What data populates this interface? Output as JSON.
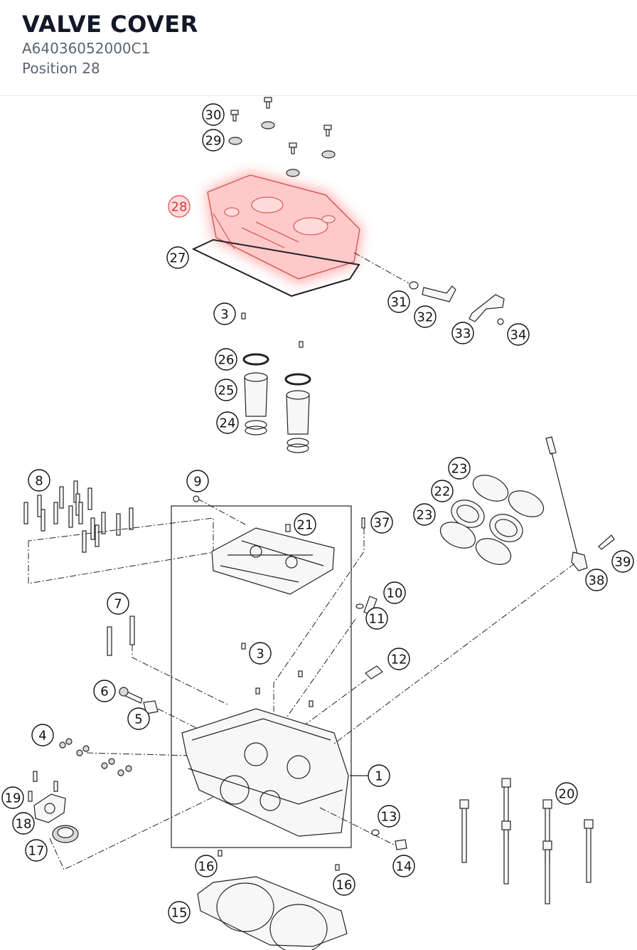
{
  "header": {
    "title": "VALVE COVER",
    "part_number": "A64036052000C1",
    "position": "Position 28"
  },
  "diagram": {
    "highlight_color": "#ff6b6b",
    "selected_callout": "28",
    "callouts": {
      "c1": "1",
      "c3a": "3",
      "c3b": "3",
      "c4": "4",
      "c5": "5",
      "c6": "6",
      "c7": "7",
      "c8": "8",
      "c9": "9",
      "c10": "10",
      "c11": "11",
      "c12": "12",
      "c13": "13",
      "c14": "14",
      "c15": "15",
      "c16a": "16",
      "c16b": "16",
      "c17": "17",
      "c18": "18",
      "c19": "19",
      "c20": "20",
      "c21": "21",
      "c22": "22",
      "c23a": "23",
      "c23b": "23",
      "c24": "24",
      "c25": "25",
      "c26": "26",
      "c27": "27",
      "c28": "28",
      "c29": "29",
      "c30": "30",
      "c31": "31",
      "c32": "32",
      "c33": "33",
      "c34": "34",
      "c37": "37",
      "c38": "38",
      "c39": "39"
    }
  }
}
